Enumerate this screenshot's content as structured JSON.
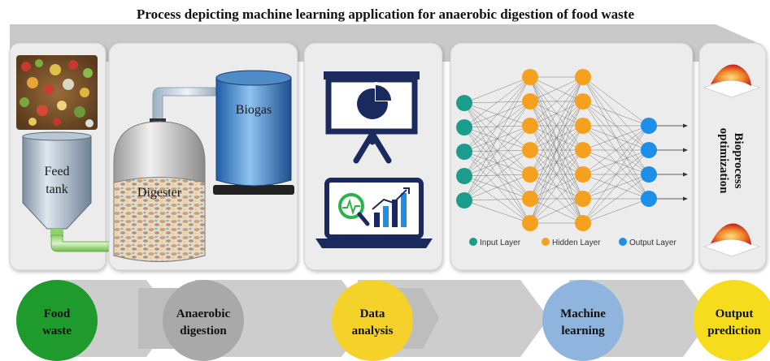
{
  "title": "Process depicting machine learning application for anaerobic digestion of food waste",
  "panels": {
    "feed_tank_label_1": "Feed",
    "feed_tank_label_2": "tank",
    "digester_label": "Digester",
    "biogas_label": "Biogas",
    "bioprocess_label_1": "Bioprocess",
    "bioprocess_label_2": "optimization"
  },
  "legend": {
    "input": "Input Layer",
    "hidden": "Hidden Layer",
    "output": "Output Layer"
  },
  "steps": [
    {
      "line1": "Food",
      "line2": "waste"
    },
    {
      "line1": "Anaerobic",
      "line2": "digestion"
    },
    {
      "line1": "Data",
      "line2": "analysis"
    },
    {
      "line1": "Machine",
      "line2": "learning"
    },
    {
      "line1": "Output",
      "line2": "prediction"
    }
  ],
  "colors": {
    "arrow_band": "#c9c9c9",
    "panel_bg": "#ececec",
    "input_node": "#1a9d8c",
    "hidden_node": "#f5a01e",
    "output_node": "#1e8fe8",
    "step_food": "#1f9a2c",
    "step_digestion": "#a9a9a9",
    "step_data": "#f5d22a",
    "step_ml": "#8fb4dd",
    "step_output": "#f5dd1e",
    "icon_navy": "#1a2a5e"
  }
}
